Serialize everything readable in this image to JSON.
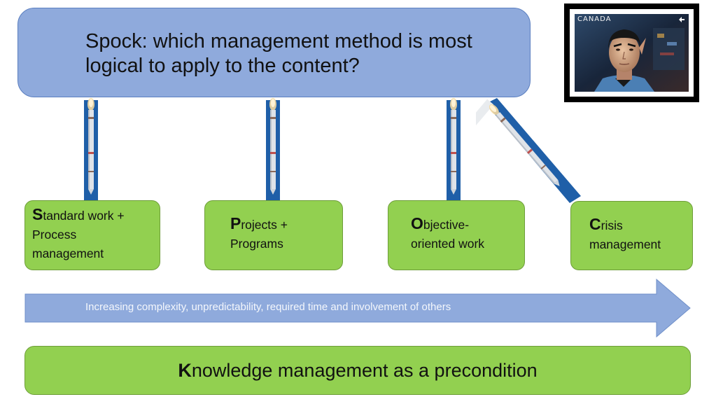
{
  "question": {
    "text": "Spock: which management method is most logical to apply to the content?"
  },
  "stamp": {
    "country": "CANADA",
    "icon": "canada-post-logo-icon"
  },
  "methods": [
    {
      "initial": "S",
      "rest_line1": "tandard work +",
      "line2": "Process",
      "line3": "management"
    },
    {
      "initial": "P",
      "rest_line1": "rojects +",
      "line2": "Programs"
    },
    {
      "initial": "O",
      "rest_line1": "bjective-",
      "line2": "oriented work"
    },
    {
      "initial": "C",
      "rest_line1": "risis",
      "line2": "management"
    }
  ],
  "arrow": {
    "label": "Increasing complexity, unpredictability, required time and involvement of others"
  },
  "knowledge": {
    "initial": "K",
    "rest": "nowledge management as a precondition"
  },
  "colors": {
    "question_fill": "#8faadc",
    "method_fill": "#92d050",
    "arrow_fill": "#8faadc",
    "connector": "#1f5fa8"
  },
  "icons": {
    "connector_decoration": "rocket-icon"
  }
}
